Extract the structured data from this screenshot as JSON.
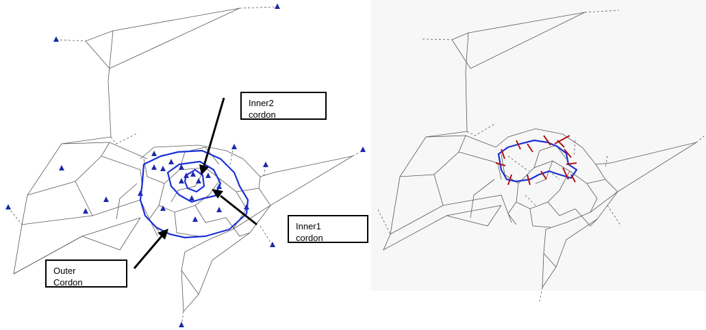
{
  "labels": {
    "inner2": [
      "Inner2",
      "cordon"
    ],
    "inner1": [
      "Inner1",
      "cordon"
    ],
    "outer": [
      "Outer",
      "Cordon"
    ]
  },
  "colors": {
    "cordon": "#1a2fd6",
    "centroid": "#1b2aa6",
    "cut_link": "#b01010",
    "network": "#555555",
    "right_background": "#f7f7f7"
  }
}
